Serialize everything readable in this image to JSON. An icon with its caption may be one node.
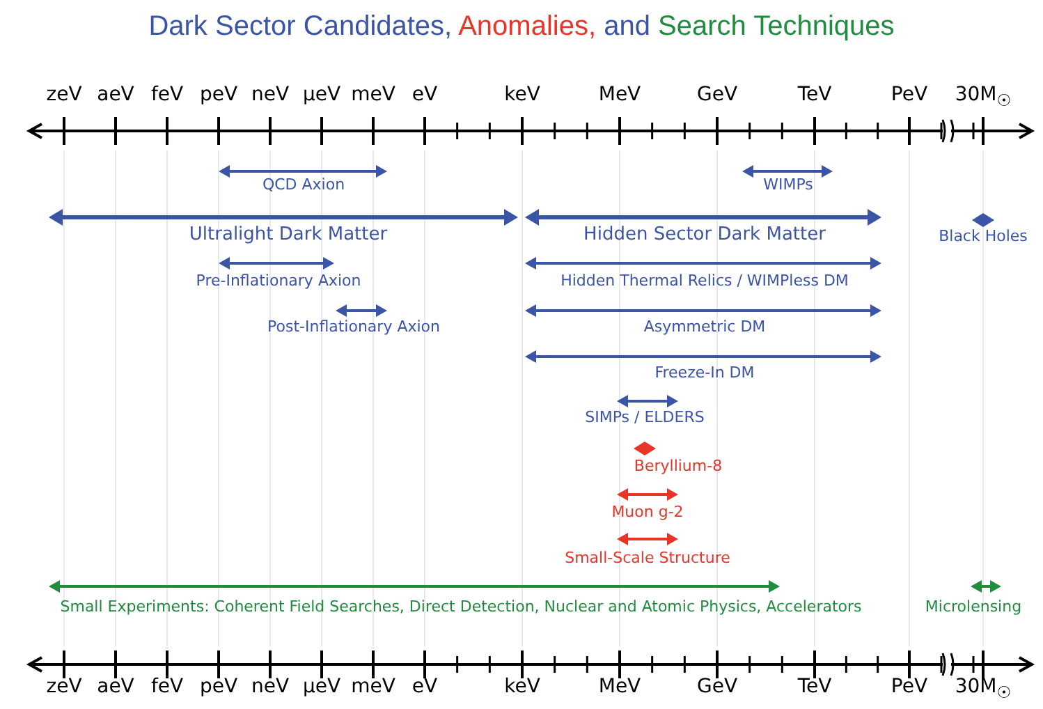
{
  "diagram": {
    "title": "Dark Sector Candidates, Anomalies, and Search Techniques",
    "labels": [
      "zeV",
      "aeV",
      "feV",
      "peV",
      "neV",
      "μeV",
      "meV",
      "eV",
      "keV",
      "MeV",
      "GeV",
      "TeV",
      "PeV",
      "30M$_{☉}$",
      "QCD Axion",
      "WIMPs",
      "Ultralight Dark Matter",
      "Hidden Sector Dark Matter",
      "Black Holes",
      "Pre-Inflationary Axion",
      "Hidden Thermal Relics / WIMPless DM",
      "Post-Inflationary Axion",
      "Asymmetric DM",
      "Freeze-In DM",
      "SIMPs / ELDERS",
      "Beryllium-8",
      "Muon g-2",
      "Small-Scale Structure",
      "Small Experiments: Coherent Field Searches, Direct Detection, Nuclear and Atomic Physics, Accelerators",
      "Microlensing",
      "zeV",
      "aeV",
      "feV",
      "peV",
      "neV",
      "μeV",
      "meV",
      "eV",
      "keV",
      "MeV",
      "GeV",
      "TeV",
      "PeV",
      "30M$_{☉}$"
    ]
  }
}
